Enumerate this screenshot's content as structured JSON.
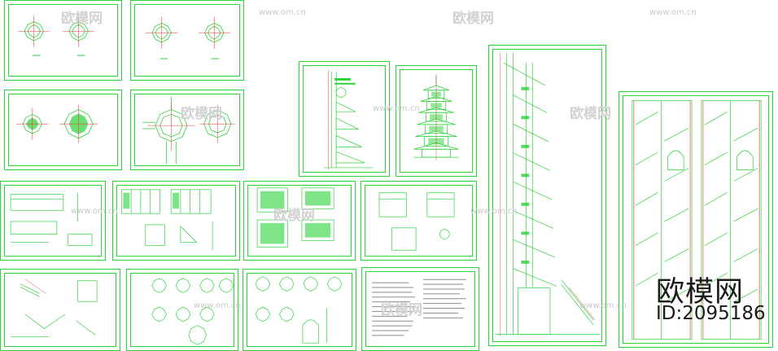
{
  "watermarks": {
    "url_text": "www.om.cn",
    "logo_text": "欧模网"
  },
  "brand": {
    "logo_text": "欧模网",
    "id_text": "ID:2095186"
  },
  "colors": {
    "background": "#ffffff",
    "cad_line": "#2bd23a",
    "cad_red": "#e8473b",
    "watermark": "#cfcfcf",
    "brand_text": "#1a1a1a"
  }
}
